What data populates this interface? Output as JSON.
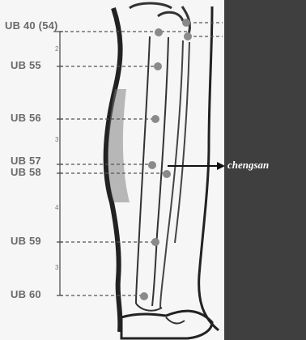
{
  "labels": {
    "ub40": "UB 40 (54)",
    "ub55": "UB 55",
    "ub56": "UB 56",
    "ub57": "UB 57",
    "ub58": "UB 58",
    "ub59": "UB 59",
    "ub60": "UB 60"
  },
  "measure_ticks": [
    "2",
    "3",
    "4",
    "3"
  ],
  "callout_text": "chengsan",
  "colors": {
    "panel": "#3f3f3f",
    "point": "#8a8a8a",
    "line": "#555555",
    "label": "#6a6a6a"
  }
}
